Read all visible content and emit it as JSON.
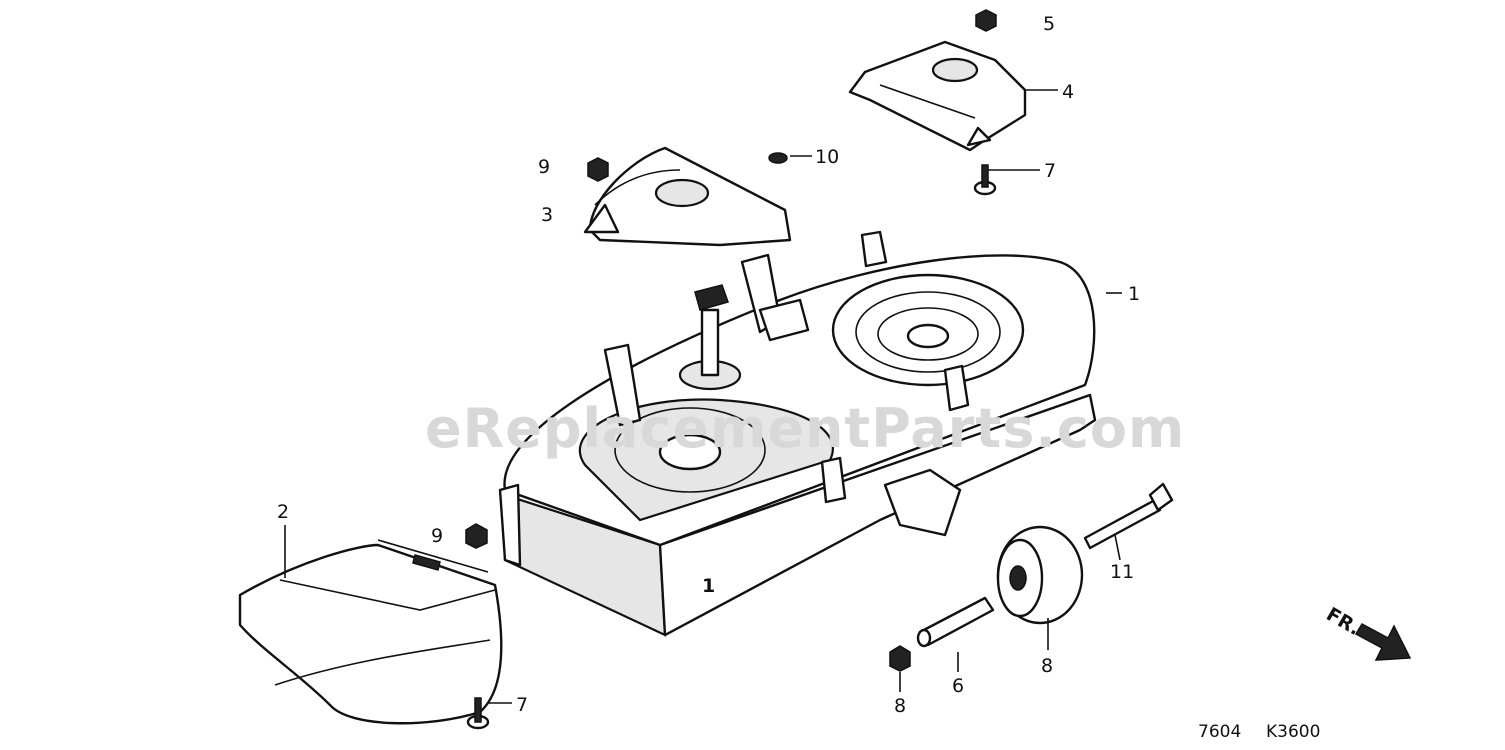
{
  "watermark": "eReplacementParts.com",
  "direction_marker": "FR.",
  "callouts": {
    "c1": "1",
    "c2": "2",
    "c3": "3",
    "c4": "4",
    "c5": "5",
    "c6": "6",
    "c7a": "7",
    "c7b": "7",
    "c8a": "8",
    "c8b": "8",
    "c9a": "9",
    "c9b": "9",
    "c10": "10",
    "c11": "11"
  },
  "footer": {
    "code_left": "7604",
    "code_right": "K3600"
  }
}
